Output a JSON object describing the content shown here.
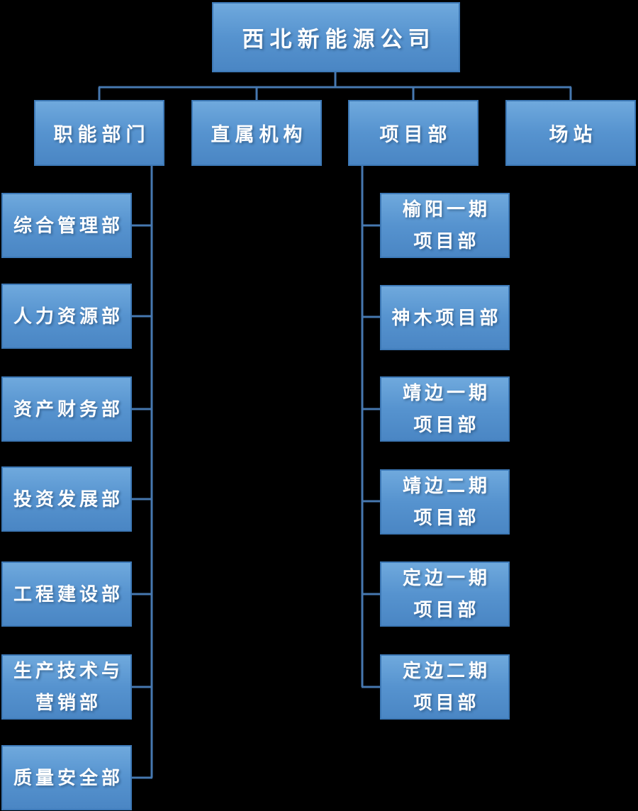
{
  "chart": {
    "root": {
      "label": "西北新能源公司"
    },
    "branches": [
      {
        "label": "职能部门"
      },
      {
        "label": "直属机构"
      },
      {
        "label": "项目部"
      },
      {
        "label": "场站"
      }
    ],
    "functional": [
      {
        "line1": "综合管理部",
        "line2": ""
      },
      {
        "line1": "人力资源部",
        "line2": ""
      },
      {
        "line1": "资产财务部",
        "line2": ""
      },
      {
        "line1": "投资发展部",
        "line2": ""
      },
      {
        "line1": "工程建设部",
        "line2": ""
      },
      {
        "line1": "生产技术与",
        "line2": "营销部"
      },
      {
        "line1": "质量安全部",
        "line2": ""
      }
    ],
    "projects": [
      {
        "line1": "榆阳一期",
        "line2": "项目部"
      },
      {
        "line1": "神木项目部",
        "line2": ""
      },
      {
        "line1": "靖边一期",
        "line2": "项目部"
      },
      {
        "line1": "靖边二期",
        "line2": "项目部"
      },
      {
        "line1": "定边一期",
        "line2": "项目部"
      },
      {
        "line1": "定边二期",
        "line2": "项目部"
      }
    ]
  },
  "colors": {
    "background": "#000000",
    "box_fill_top": "#6fa9dd",
    "box_fill_bottom": "#4a86c4",
    "box_border": "#3d79b7",
    "connector": "#4678b0",
    "text": "#ffffff"
  }
}
